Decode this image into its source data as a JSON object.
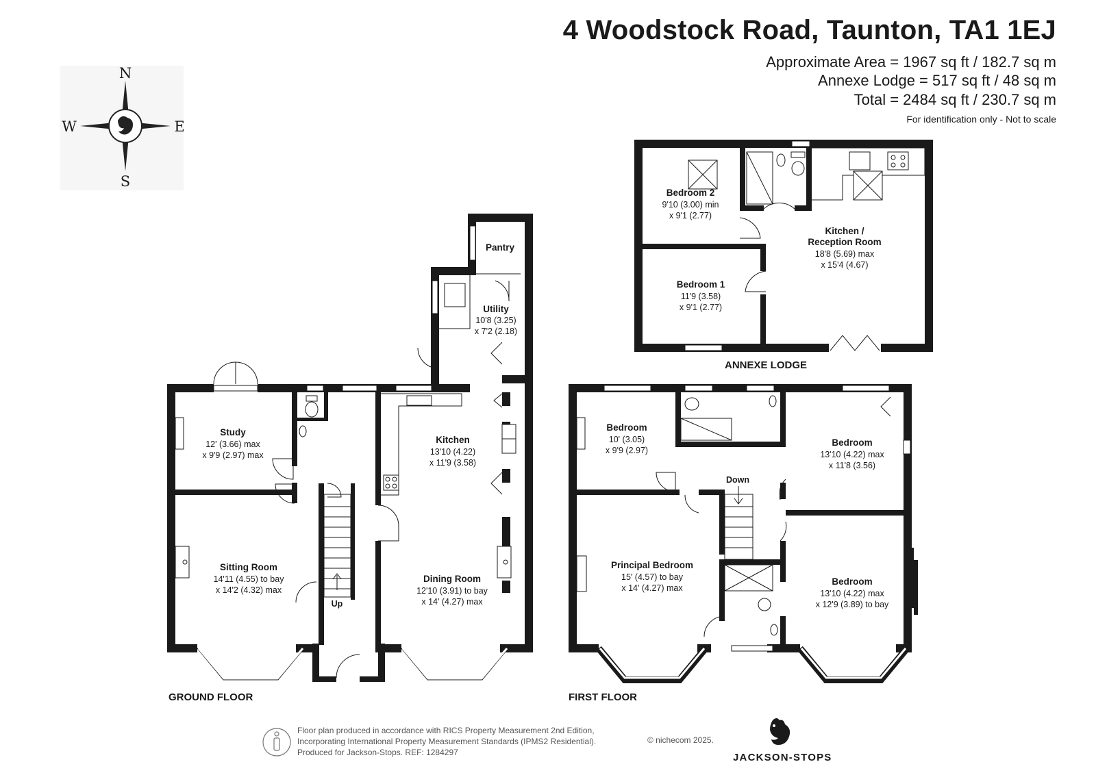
{
  "header": {
    "title": "4 Woodstock Road, Taunton, TA1 1EJ",
    "approx_area": "Approximate Area = 1967 sq ft / 182.7 sq m",
    "annexe_area": "Annexe Lodge = 517 sq ft / 48 sq m",
    "total_area": "Total = 2484 sq ft / 230.7 sq m",
    "note": "For identification only - Not to scale"
  },
  "compass": {
    "n": "N",
    "s": "S",
    "e": "E",
    "w": "W"
  },
  "ground_floor": {
    "label": "GROUND FLOOR",
    "rooms": {
      "study": {
        "name": "Study",
        "dim1": "12' (3.66) max",
        "dim2": "x 9'9 (2.97) max"
      },
      "sitting": {
        "name": "Sitting Room",
        "dim1": "14'11 (4.55) to bay",
        "dim2": "x 14'2 (4.32) max"
      },
      "kitchen": {
        "name": "Kitchen",
        "dim1": "13'10 (4.22)",
        "dim2": "x 11'9 (3.58)"
      },
      "dining": {
        "name": "Dining Room",
        "dim1": "12'10 (3.91) to bay",
        "dim2": "x 14' (4.27) max"
      },
      "utility": {
        "name": "Utility",
        "dim1": "10'8 (3.25)",
        "dim2": "x 7'2 (2.18)"
      },
      "pantry": {
        "name": "Pantry"
      }
    },
    "stair_label": "Up"
  },
  "first_floor": {
    "label": "FIRST FLOOR",
    "rooms": {
      "bed_nw": {
        "name": "Bedroom",
        "dim1": "10' (3.05)",
        "dim2": "x 9'9 (2.97)"
      },
      "bed_ne": {
        "name": "Bedroom",
        "dim1": "13'10 (4.22) max",
        "dim2": "x 11'8 (3.56)"
      },
      "principal": {
        "name": "Principal Bedroom",
        "dim1": "15' (4.57) to bay",
        "dim2": "x 14' (4.27) max"
      },
      "bed_se": {
        "name": "Bedroom",
        "dim1": "13'10 (4.22) max",
        "dim2": "x 12'9 (3.89) to bay"
      }
    },
    "stair_label": "Down"
  },
  "annexe": {
    "label": "ANNEXE LODGE",
    "rooms": {
      "bed2": {
        "name": "Bedroom 2",
        "dim1": "9'10 (3.00) min",
        "dim2": "x 9'1 (2.77)"
      },
      "bed1": {
        "name": "Bedroom 1",
        "dim1": "11'9 (3.58)",
        "dim2": "x 9'1 (2.77)"
      },
      "kitchen_rec": {
        "name1": "Kitchen /",
        "name2": "Reception Room",
        "dim1": "18'8 (5.69) max",
        "dim2": "x 15'4 (4.67)"
      }
    }
  },
  "footer": {
    "line1": "Floor plan produced in accordance with RICS Property Measurement 2nd Edition,",
    "line2": "Incorporating International Property Measurement Standards (IPMS2 Residential).",
    "line3": "Produced for Jackson-Stops.   REF:  1284297",
    "copyright": "© nichecom 2025.",
    "brand": "JACKSON-STOPS"
  },
  "icons": [
    "compass-rose-icon",
    "fox-logo-icon",
    "person-icon",
    "stairs-icon"
  ]
}
